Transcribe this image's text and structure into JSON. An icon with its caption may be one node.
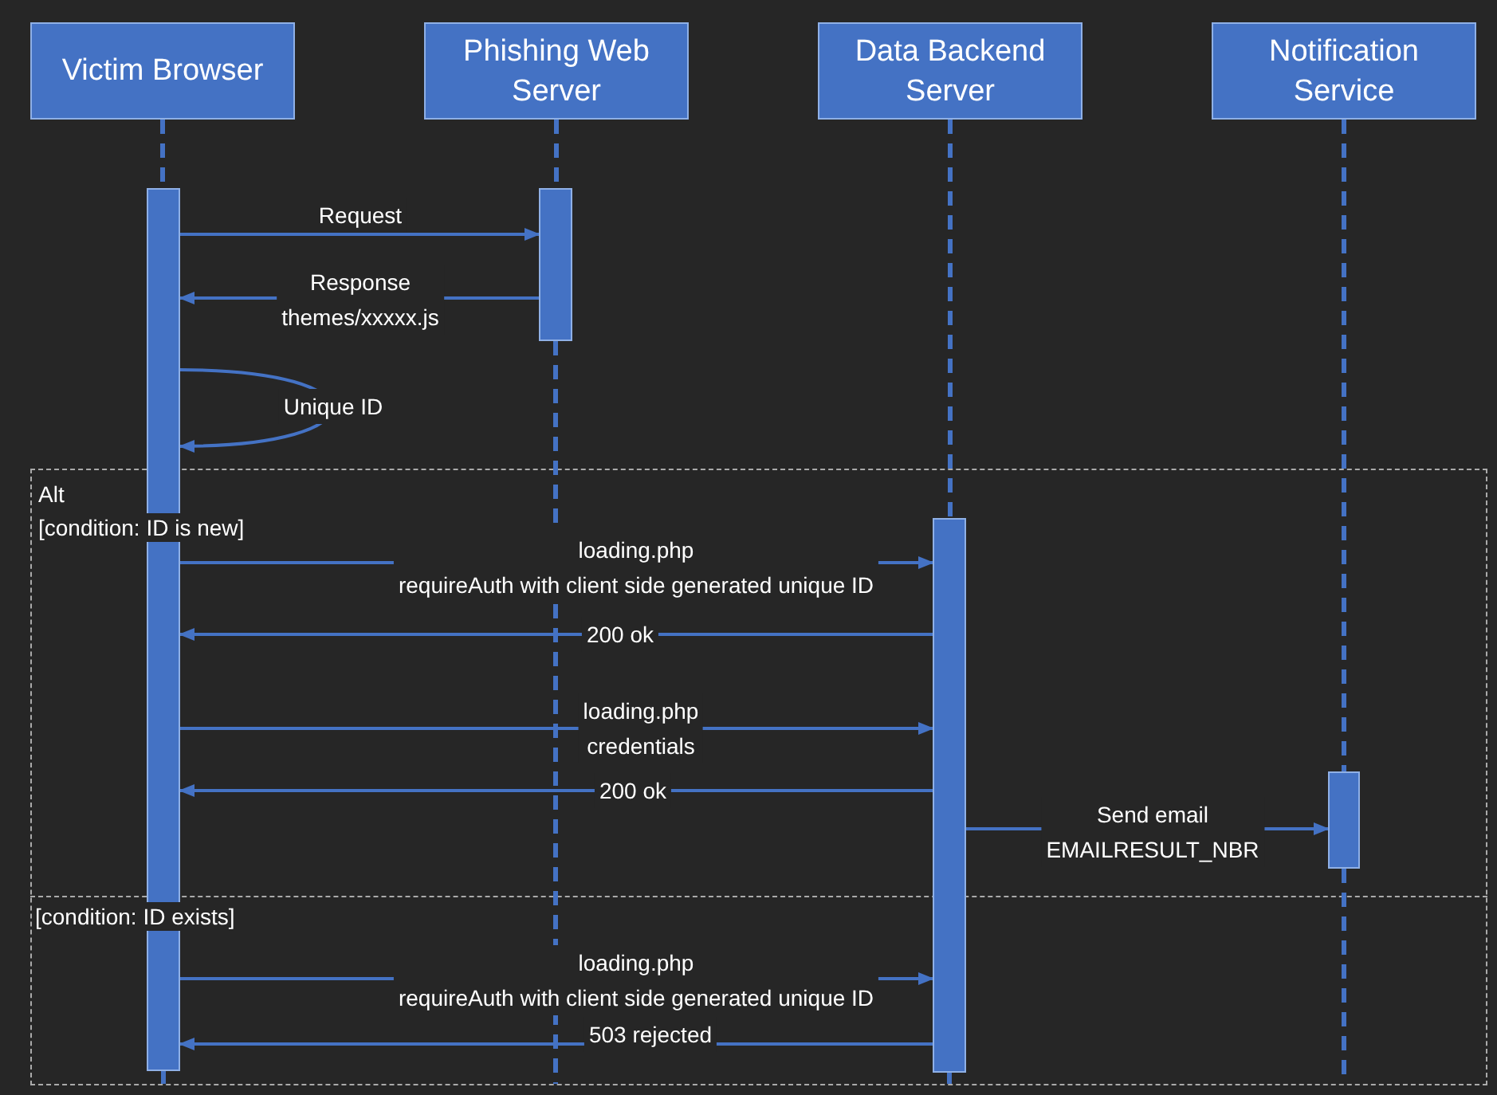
{
  "diagram": {
    "nodes": [
      {
        "text": [
          "Victim Browser"
        ]
      },
      {
        "text": [
          "Phishing Web Server"
        ]
      },
      {
        "text": [
          "Data Backend Server"
        ]
      },
      {
        "text": [
          "Notification Service"
        ]
      },
      {
        "text": [],
        "shape": "bar"
      },
      {
        "text": [],
        "shape": "bar"
      },
      {
        "text": [],
        "shape": "bar"
      },
      {
        "text": [],
        "shape": "bar"
      }
    ],
    "edges": [
      {
        "from": 4,
        "to": 5,
        "arrow": "to",
        "label": "Request"
      },
      {
        "from": 5,
        "to": 4,
        "arrow": "to",
        "label": "Response themes/xxxxx.js"
      },
      {
        "from": 4,
        "to": 4,
        "arrow": "to",
        "label": "Unique ID"
      },
      {
        "from": 4,
        "to": 6,
        "arrow": "to",
        "label": "loading.php requireAuth with client side generated unique ID"
      },
      {
        "from": 6,
        "to": 4,
        "arrow": "to",
        "label": "200 ok"
      },
      {
        "from": 4,
        "to": 6,
        "arrow": "to",
        "label": "loading.php credentials"
      },
      {
        "from": 6,
        "to": 4,
        "arrow": "to",
        "label": "200 ok"
      },
      {
        "from": 6,
        "to": 7,
        "arrow": "to",
        "label": "Send email EMAILRESULT_NBR"
      },
      {
        "from": 4,
        "to": 6,
        "arrow": "to",
        "label": "loading.php requireAuth with client side generated unique ID"
      },
      {
        "from": 6,
        "to": 4,
        "arrow": "to",
        "label": "503 rejected"
      },
      {
        "from": 0,
        "to": 4,
        "arrow": "none",
        "style": "dashed"
      },
      {
        "from": 1,
        "to": 5,
        "arrow": "none",
        "style": "dashed"
      },
      {
        "from": 2,
        "to": 6,
        "arrow": "none",
        "style": "dashed"
      },
      {
        "from": 3,
        "to": 7,
        "arrow": "none",
        "style": "dashed"
      },
      {
        "from": 4,
        "to": null,
        "arrow": "none",
        "style": "dashed"
      },
      {
        "from": 5,
        "to": null,
        "arrow": "none",
        "style": "dashed"
      },
      {
        "from": 6,
        "to": null,
        "arrow": "none",
        "style": "dashed"
      },
      {
        "from": 7,
        "to": null,
        "arrow": "none",
        "style": "dashed"
      }
    ],
    "labels": [
      "Alt",
      "[condition: ID is new]",
      "[condition: ID exists]"
    ]
  }
}
